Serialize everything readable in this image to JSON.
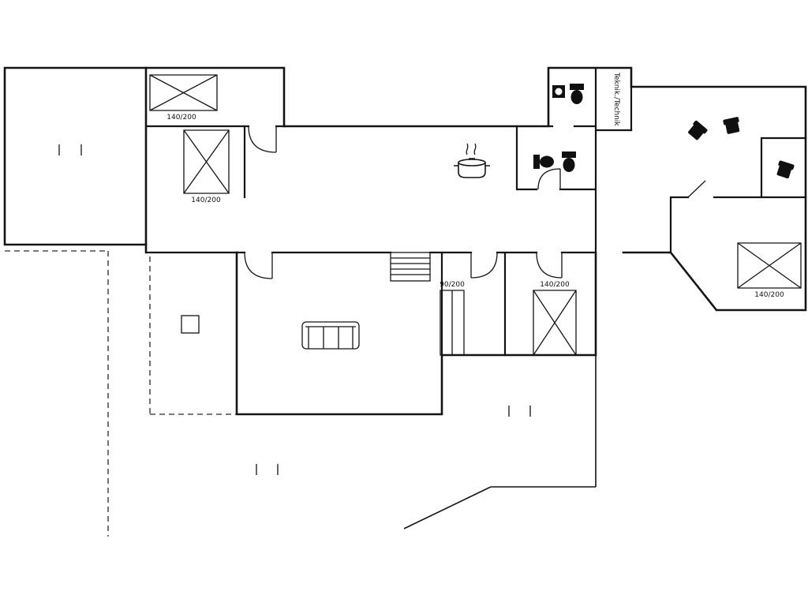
{
  "plan": {
    "colors": {
      "wall": "#141414",
      "background": "#ffffff"
    },
    "bed_labels": {
      "topleft_horizontal": "140/200",
      "topleft_vertical": "140/200",
      "middle_small": "90/200",
      "middle_double": "140/200",
      "right_double": "140/200"
    },
    "room_labels": {
      "technik": "Teknik./Technik"
    },
    "icons": {
      "kitchen": "stove-pot-with-steam-icon",
      "bathroom_top": [
        "sink-icon",
        "toilet-icon"
      ],
      "bathroom_middle": [
        "toilet-icon",
        "toilet-icon"
      ],
      "right_rooms": [
        "armchair-icon",
        "armchair-icon",
        "armchair-icon"
      ],
      "living_room": "sofa-icon",
      "hall": "stairs-icon",
      "beds": [
        "bed-icon",
        "bed-icon",
        "bed-icon",
        "bed-icon",
        "bed-icon"
      ],
      "terrace": "dashed-terrace-outline",
      "windows": [
        "window-tick-marks",
        "window-tick-marks",
        "window-tick-marks"
      ]
    }
  }
}
